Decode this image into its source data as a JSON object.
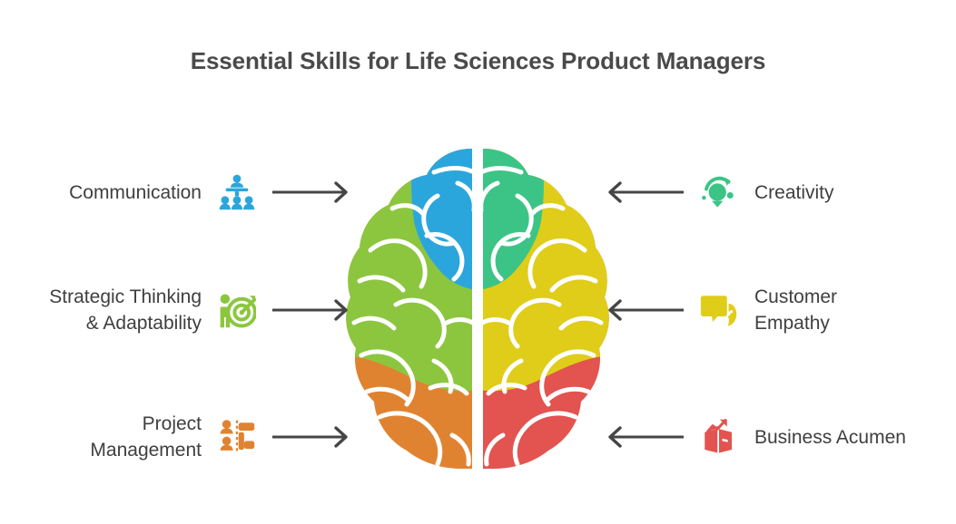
{
  "title": "Essential Skills for Life Sciences Product Managers",
  "palette": {
    "blue": "#2ba6dd",
    "green": "#8cc63f",
    "orange": "#e08331",
    "teal": "#3cc486",
    "yellow": "#dfcd1a",
    "red": "#e3534f",
    "arrow": "#454545",
    "text": "#3f3f3f",
    "title": "#4a4a4a",
    "gyri": "#ffffff"
  },
  "left_items": [
    {
      "label": "Communication",
      "icon": "presentation-audience-icon",
      "color": "#2ba6dd",
      "arrow": "arrow-right-icon",
      "brain_region": "frontal-left-blue"
    },
    {
      "label": "Strategic Thinking\n& Adaptability",
      "icon": "person-target-icon",
      "color": "#8cc63f",
      "arrow": "arrow-right-icon",
      "brain_region": "parietal-left-green"
    },
    {
      "label": "Project\nManagement",
      "icon": "gantt-people-icon",
      "color": "#e08331",
      "arrow": "arrow-right-icon",
      "brain_region": "temporal-left-orange"
    }
  ],
  "right_items": [
    {
      "label": "Creativity",
      "icon": "lightbulb-idea-icon",
      "color": "#3cc486",
      "arrow": "arrow-left-icon",
      "brain_region": "frontal-right-teal"
    },
    {
      "label": "Customer\nEmpathy",
      "icon": "cart-chat-face-icon",
      "color": "#dfcd1a",
      "arrow": "arrow-left-icon",
      "brain_region": "parietal-right-yellow"
    },
    {
      "label": "Business Acumen",
      "icon": "growth-box-icon",
      "color": "#e3534f",
      "arrow": "arrow-left-icon",
      "brain_region": "temporal-right-red"
    }
  ],
  "brain": {
    "name": "two-hemisphere-brain-diagram",
    "regions": [
      {
        "id": "frontal-left-blue",
        "color": "#2ba6dd",
        "side": "left",
        "position": "upper"
      },
      {
        "id": "parietal-left-green",
        "color": "#8cc63f",
        "side": "left",
        "position": "middle"
      },
      {
        "id": "temporal-left-orange",
        "color": "#e08331",
        "side": "left",
        "position": "lower"
      },
      {
        "id": "frontal-right-teal",
        "color": "#3cc486",
        "side": "right",
        "position": "upper"
      },
      {
        "id": "parietal-right-yellow",
        "color": "#dfcd1a",
        "side": "right",
        "position": "middle"
      },
      {
        "id": "temporal-right-red",
        "color": "#e3534f",
        "side": "right",
        "position": "lower"
      }
    ]
  }
}
